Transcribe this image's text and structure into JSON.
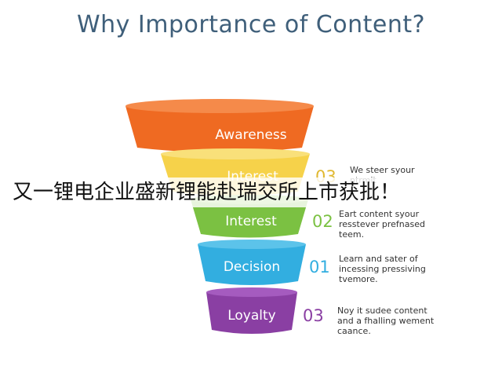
{
  "title": "Why Importance of Content?",
  "overlay_text": "又一锂电企业盛新锂能赴瑞交所上市获批！",
  "levels": [
    {
      "label": "Awareness",
      "number": "",
      "description": [
        "",
        "",
        ""
      ],
      "color": "#ef6a22"
    },
    {
      "label": "Interest",
      "number": "03",
      "description": [
        "We steer syour",
        "ntrmit",
        ""
      ],
      "color": "#f6d24a"
    },
    {
      "label": "Interest",
      "number": "02",
      "description": [
        "Eart content syour",
        "resstever prefnased",
        "teem."
      ],
      "color": "#7bc142"
    },
    {
      "label": "Decision",
      "number": "01",
      "description": [
        "Learn and sater of",
        "incessing pressiving",
        "tvemore."
      ],
      "color": "#32aee0"
    },
    {
      "label": "Loyalty",
      "number": "03",
      "description": [
        "Noy it sudee content",
        "and a fhalling wement",
        "caance."
      ],
      "color": "#8a3fa3"
    }
  ]
}
